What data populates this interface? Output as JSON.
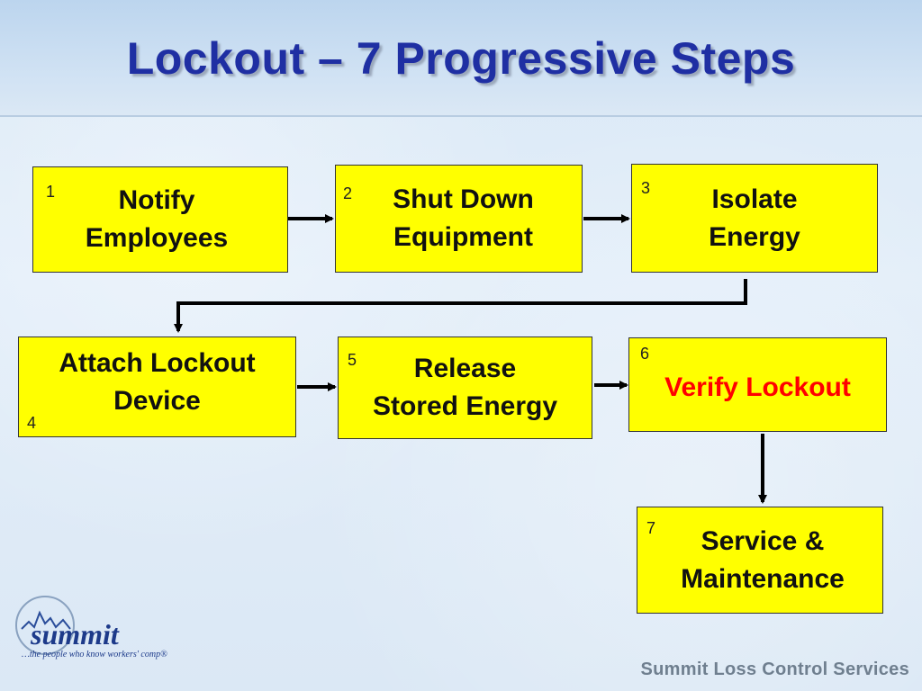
{
  "title": "Lockout – 7 Progressive Steps",
  "steps": [
    {
      "number": "1",
      "label": "Notify\nEmployees"
    },
    {
      "number": "2",
      "label": "Shut Down\nEquipment"
    },
    {
      "number": "3",
      "label": "Isolate\nEnergy"
    },
    {
      "number": "4",
      "label": "Attach Lockout\nDevice"
    },
    {
      "number": "5",
      "label": "Release\nStored Energy"
    },
    {
      "number": "6",
      "label": "Verify Lockout"
    },
    {
      "number": "7",
      "label": "Service &\nMaintenance"
    }
  ],
  "logo": {
    "name": "summit",
    "tagline": "…the people who know workers' comp®"
  },
  "footer": "Summit Loss Control Services",
  "colors": {
    "box": "#ffff00",
    "title": "#1f2fa3",
    "highlight": "#ff0000"
  }
}
